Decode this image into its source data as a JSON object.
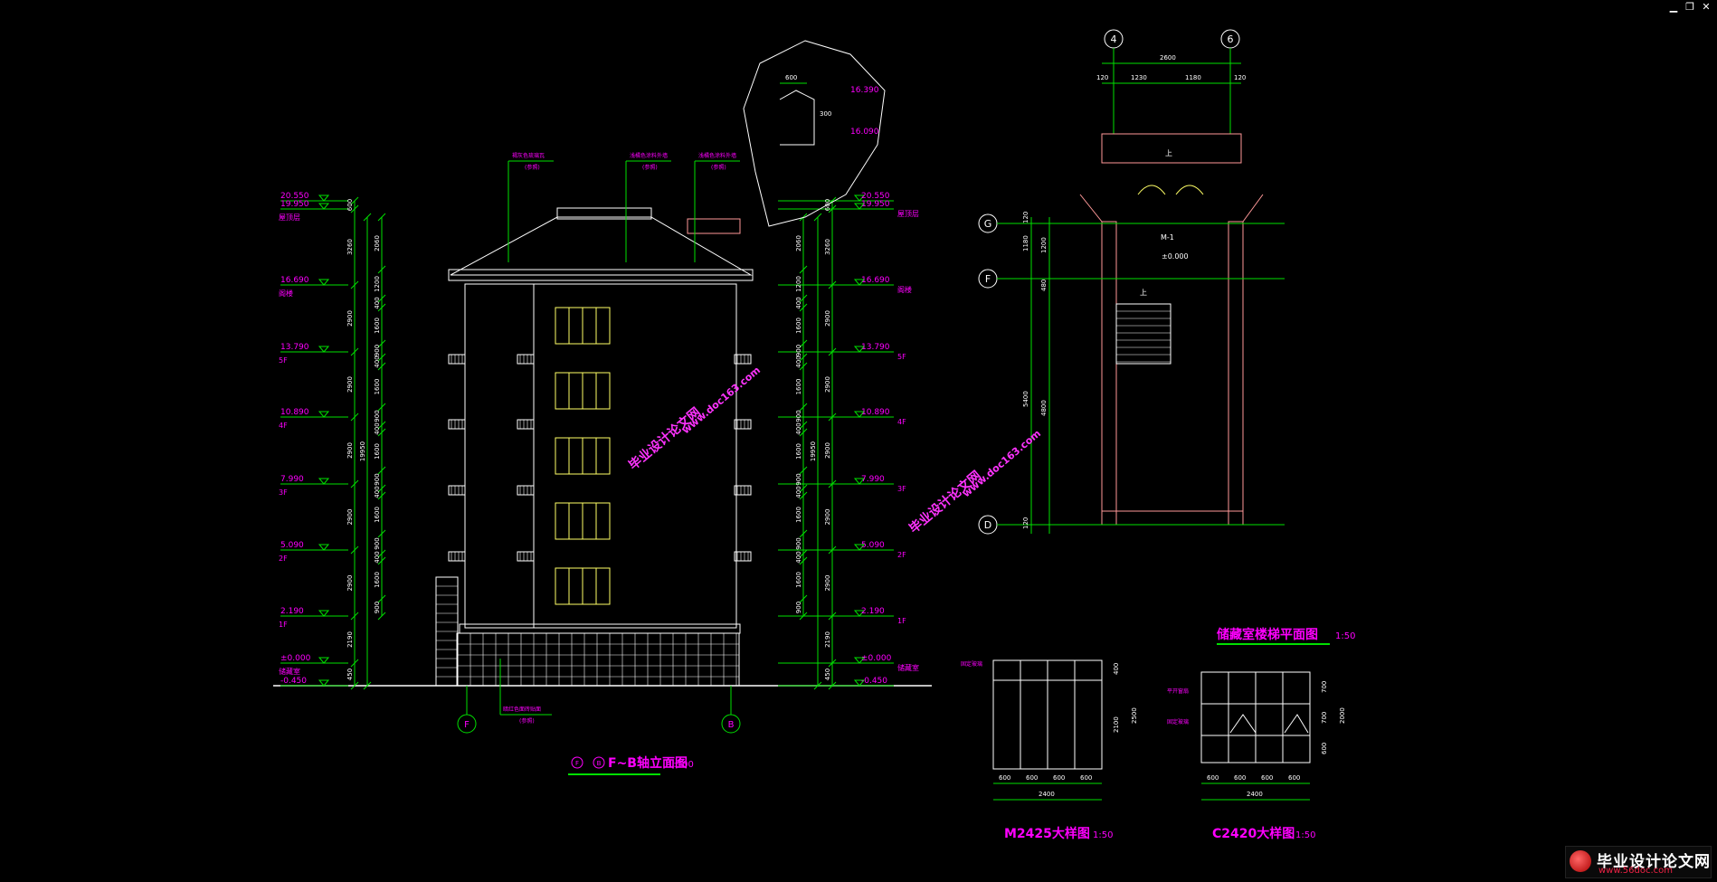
{
  "window_controls": {
    "minimize": "▁",
    "restore": "❐",
    "close": "✕"
  },
  "colors": {
    "bg": "#000000",
    "dim": "#00e000",
    "text": "#ff00ff",
    "white": "#ffffff",
    "window": "#ffff66",
    "wall": "#ff9999",
    "watermark": "#ff33ff"
  },
  "elevation": {
    "title": "F~B轴立面图",
    "title_circle_1": "F",
    "title_circle_2": "B",
    "scale": "1:100",
    "axis_left": "F",
    "axis_right": "B",
    "total_height": "19950",
    "levels": [
      {
        "elev": "20.550",
        "name": ""
      },
      {
        "elev": "19.950",
        "name": "屋顶层"
      },
      {
        "elev": "16.690",
        "name": "阁楼"
      },
      {
        "elev": "13.790",
        "name": "5F"
      },
      {
        "elev": "10.890",
        "name": "4F"
      },
      {
        "elev": "7.990",
        "name": "3F"
      },
      {
        "elev": "5.090",
        "name": "2F"
      },
      {
        "elev": "2.190",
        "name": "1F"
      },
      {
        "elev": "±0.000",
        "name": "储藏室"
      },
      {
        "elev": "-0.450",
        "name": ""
      }
    ],
    "left_dims_outer": [
      "600",
      "3260",
      "2900",
      "2900",
      "2900",
      "2900",
      "2900",
      "2190",
      "450"
    ],
    "left_dims_inner": [
      "2060",
      "1200",
      "400",
      "1600",
      "900",
      "400",
      "1600",
      "900",
      "400",
      "1600",
      "900",
      "400",
      "1600",
      "900",
      "400",
      "1600",
      "900"
    ],
    "callouts": [
      "褐灰色琉璃瓦",
      "浅橘色涂料外墙",
      "浅橘色涂料外墙",
      "暗红色面砖贴面"
    ],
    "callout_notes": [
      "(参照)",
      "(参照)",
      "(参照)",
      "(参照)"
    ],
    "detail": {
      "dim": "600",
      "dim_v": "300",
      "elev_top": "16.390",
      "elev_bot": "16.090"
    }
  },
  "plan": {
    "title": "储藏室楼梯平面图",
    "scale": "1:50",
    "axis_top": [
      "4",
      "6"
    ],
    "axis_side": [
      "G",
      "F",
      "D"
    ],
    "top_total": "2600",
    "top_dims": [
      "120",
      "1230",
      "1180",
      "120"
    ],
    "side_dims": [
      "120",
      "1200",
      "1180",
      "480",
      "5400",
      "4800",
      "120"
    ],
    "door_label": "M-1",
    "elevation": "±0.000",
    "arrow_up": "上"
  },
  "door_detail": {
    "title": "M2425大样图",
    "scale": "1:50",
    "label": "固定玻璃",
    "widths": [
      "600",
      "600",
      "600",
      "600"
    ],
    "total_width": "2400",
    "heights": [
      "400",
      "2100"
    ],
    "total_height": "2500"
  },
  "window_detail": {
    "title": "C2420大样图",
    "scale": "1:50",
    "labels": [
      "平开窗扇",
      "固定玻璃"
    ],
    "widths": [
      "600",
      "600",
      "600",
      "600"
    ],
    "total_width": "2400",
    "heights": [
      "700",
      "700",
      "600"
    ],
    "total_height": "2000"
  },
  "watermarks": [
    "毕业设计论文网",
    "www.doc163.com"
  ],
  "logo": {
    "name": "毕业设计论文网",
    "url": "www.56doc.com"
  }
}
